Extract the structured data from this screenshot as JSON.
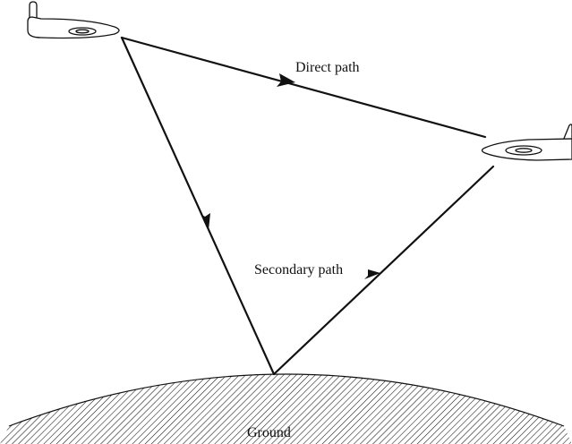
{
  "labels": {
    "direct_path": "Direct path",
    "secondary_path": "Secondary path",
    "ground": "Ground"
  },
  "colors": {
    "line": "#111111",
    "background": "#ffffff"
  }
}
